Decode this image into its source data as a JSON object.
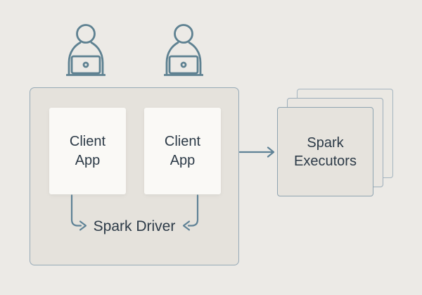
{
  "colors": {
    "background": "#ECEAE6",
    "container_fill": "#E5E2DC",
    "container_border": "#96AAB7",
    "card_fill": "#FAF9F6",
    "executor_fill": "#E6E3DD",
    "executor_border": "#8FA4B1",
    "executor_mid_fill": "#E9E6E1",
    "executor_mid_border": "#9CAEBA",
    "executor_back_fill": "#EAE8E3",
    "executor_back_border": "#A5B5C0",
    "text": "#2C3A47",
    "arrow": "#5F8296",
    "icon": "#5E8191"
  },
  "diagram": {
    "users": [
      {
        "icon": "user-at-laptop-icon"
      },
      {
        "icon": "user-at-laptop-icon"
      }
    ],
    "driver": {
      "label": "Spark Driver"
    },
    "client_apps": [
      {
        "label": "Client App"
      },
      {
        "label": "Client App"
      }
    ],
    "executors": {
      "label": "Spark Executors",
      "stack_count": 3
    }
  }
}
